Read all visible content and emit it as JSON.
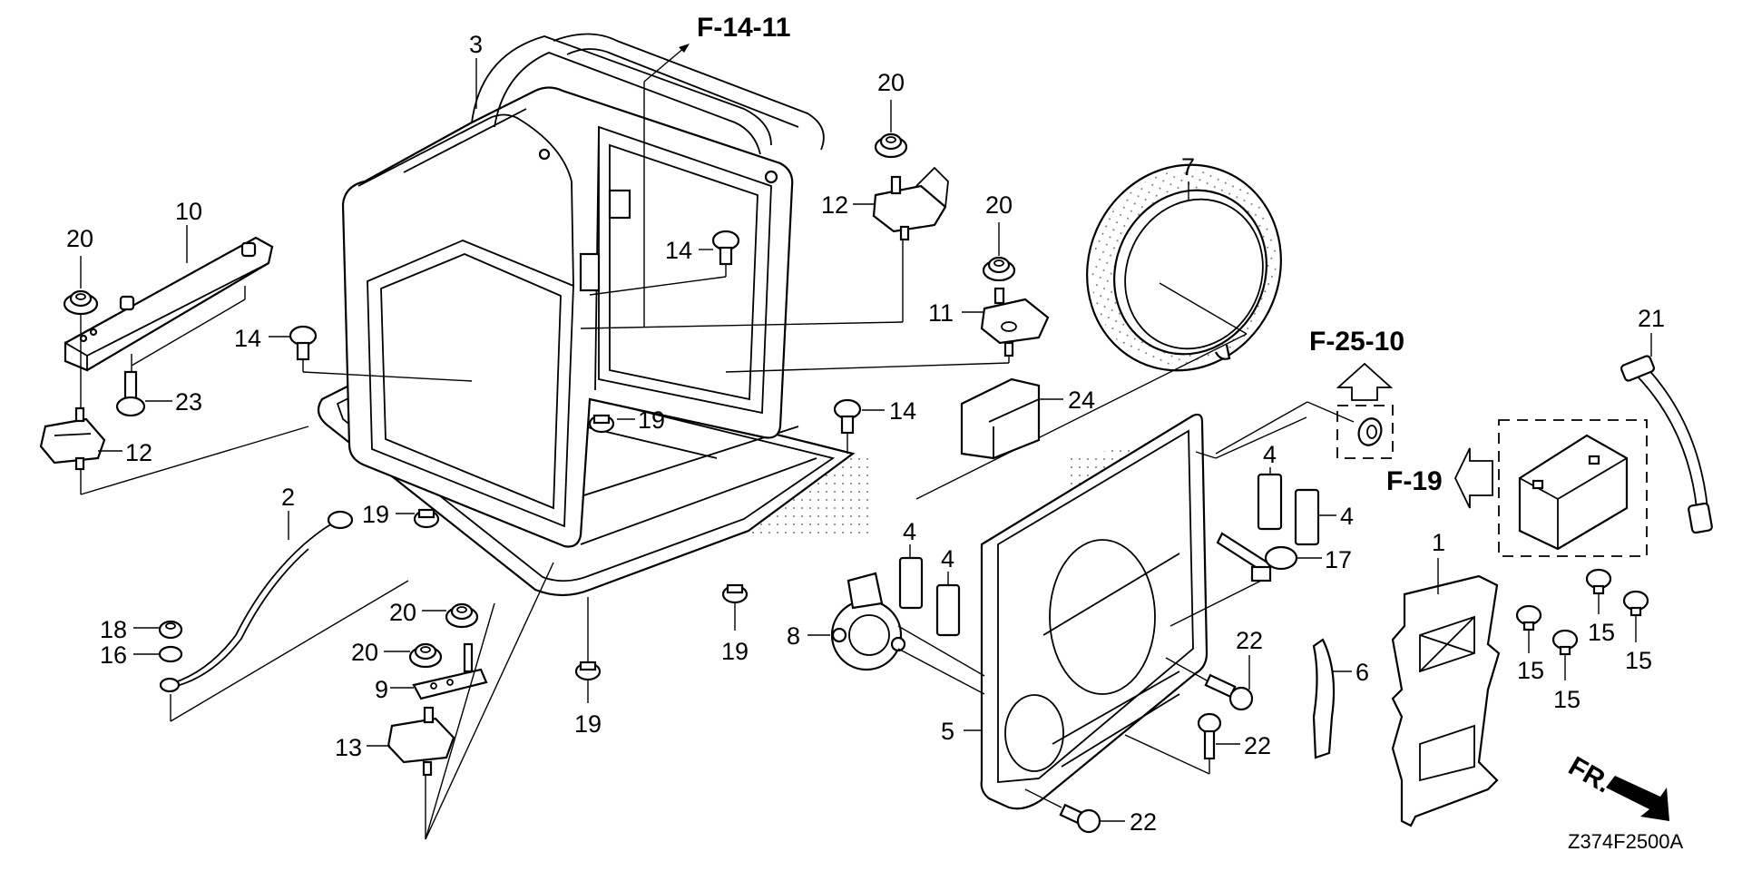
{
  "diagram": {
    "title_code": "Z374F2500A",
    "front_indicator": "FR.",
    "references": [
      {
        "id": "ref-f14-11",
        "label": "F-14-11"
      },
      {
        "id": "ref-f25-10",
        "label": "F-25-10"
      },
      {
        "id": "ref-f19",
        "label": "F-19"
      }
    ],
    "callouts": [
      {
        "id": "c1",
        "part": "1"
      },
      {
        "id": "c2",
        "part": "2"
      },
      {
        "id": "c3",
        "part": "3"
      },
      {
        "id": "c4a",
        "part": "4"
      },
      {
        "id": "c4b",
        "part": "4"
      },
      {
        "id": "c4c",
        "part": "4"
      },
      {
        "id": "c4d",
        "part": "4"
      },
      {
        "id": "c5",
        "part": "5"
      },
      {
        "id": "c6",
        "part": "6"
      },
      {
        "id": "c7",
        "part": "7"
      },
      {
        "id": "c8",
        "part": "8"
      },
      {
        "id": "c9",
        "part": "9"
      },
      {
        "id": "c10",
        "part": "10"
      },
      {
        "id": "c11",
        "part": "11"
      },
      {
        "id": "c12a",
        "part": "12"
      },
      {
        "id": "c12b",
        "part": "12"
      },
      {
        "id": "c13",
        "part": "13"
      },
      {
        "id": "c14a",
        "part": "14"
      },
      {
        "id": "c14b",
        "part": "14"
      },
      {
        "id": "c14c",
        "part": "14"
      },
      {
        "id": "c15a",
        "part": "15"
      },
      {
        "id": "c15b",
        "part": "15"
      },
      {
        "id": "c15c",
        "part": "15"
      },
      {
        "id": "c15d",
        "part": "15"
      },
      {
        "id": "c16",
        "part": "16"
      },
      {
        "id": "c17",
        "part": "17"
      },
      {
        "id": "c18",
        "part": "18"
      },
      {
        "id": "c19a",
        "part": "19"
      },
      {
        "id": "c19b",
        "part": "19"
      },
      {
        "id": "c19c",
        "part": "19"
      },
      {
        "id": "c19d",
        "part": "19"
      },
      {
        "id": "c20a",
        "part": "20"
      },
      {
        "id": "c20b",
        "part": "20"
      },
      {
        "id": "c20c",
        "part": "20"
      },
      {
        "id": "c20d",
        "part": "20"
      },
      {
        "id": "c20e",
        "part": "20"
      },
      {
        "id": "c21",
        "part": "21"
      },
      {
        "id": "c22a",
        "part": "22"
      },
      {
        "id": "c22b",
        "part": "22"
      },
      {
        "id": "c22c",
        "part": "22"
      },
      {
        "id": "c23",
        "part": "23"
      },
      {
        "id": "c24",
        "part": "24"
      }
    ]
  }
}
